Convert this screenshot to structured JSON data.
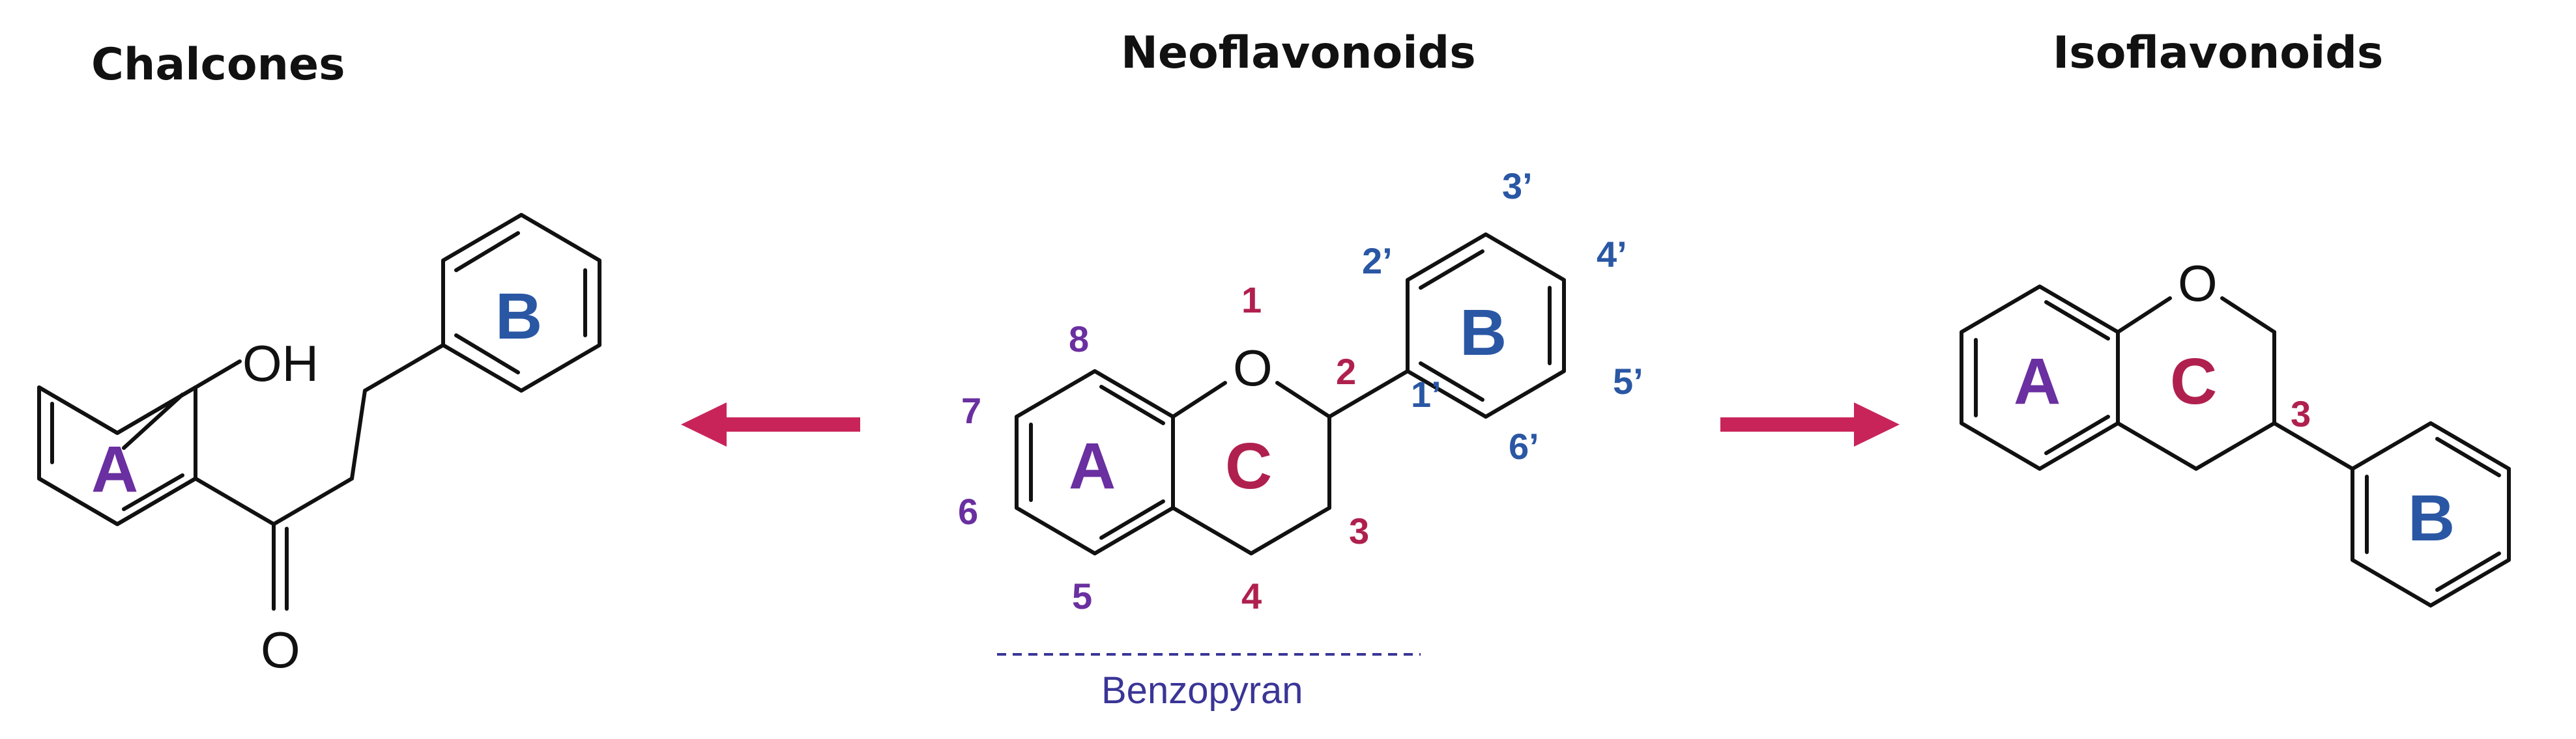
{
  "titles": {
    "left": "Chalcones",
    "center": "Neoflavonoids",
    "right": "Isoflavonoids"
  },
  "rings": {
    "a": "A",
    "b": "B",
    "c": "C"
  },
  "atoms": {
    "hydroxyl": "OH",
    "carbonyl_oxygen": "O",
    "ring_oxygen": "O"
  },
  "numbering": {
    "n1": "1",
    "n2": "2",
    "n3": "3",
    "n4": "4",
    "n5": "5",
    "n6": "6",
    "n7": "7",
    "n8": "8",
    "p1": "1’",
    "p2": "2’",
    "p3": "3’",
    "p4": "4’",
    "p5": "5’",
    "p6": "6’",
    "iso3": "3"
  },
  "caption": "Benzopyran",
  "colors": {
    "ring_a": "#6a2fa0",
    "ring_b": "#2a57a4",
    "ring_c": "#b0204e",
    "arrow": "#c8245a",
    "caption": "#3a3596",
    "bonds": "#111111"
  },
  "icons": {
    "left_arrow": "arrow-left-icon",
    "right_arrow": "arrow-right-icon"
  }
}
